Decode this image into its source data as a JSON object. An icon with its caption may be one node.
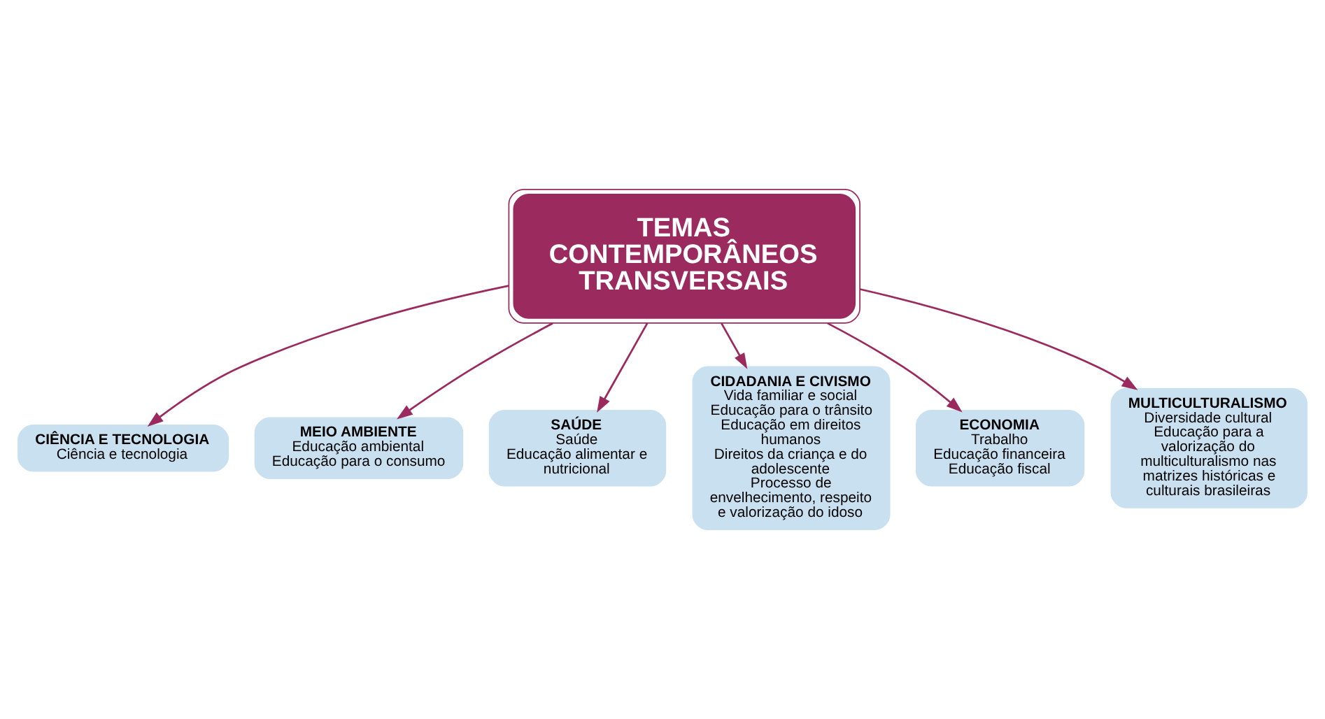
{
  "diagram": {
    "nodes": [
      {
        "text": [
          "TEMAS CONTEMPORÂNEOS TRANSVERSAIS"
        ]
      },
      {
        "text": [
          "CIÊNCIA E TECNOLOGIA",
          "Ciência e tecnologia"
        ]
      },
      {
        "text": [
          "MEIO AMBIENTE",
          "Educação ambiental",
          "Educação para o consumo"
        ]
      },
      {
        "text": [
          "SAÚDE",
          "Saúde",
          "Educação alimentar e nutricional"
        ]
      },
      {
        "text": [
          "CIDADANIA E CIVISMO",
          "Vida familiar e social",
          "Educação para o trânsito",
          "Educação em direitos humanos",
          "Direitos da criança e do adolescente",
          "Processo de envelhecimento, respeito e valorização do idoso"
        ]
      },
      {
        "text": [
          "ECONOMIA",
          "Trabalho",
          "Educação financeira",
          "Educação fiscal"
        ]
      },
      {
        "text": [
          "MULTICULTURALISMO",
          "Diversidade cultural",
          "Educação para a valorização do multiculturalismo nas matrizes históricas e culturais brasileiras"
        ]
      }
    ],
    "edges": [
      {
        "from": 0,
        "to": 1,
        "arrow": "to"
      },
      {
        "from": 0,
        "to": 2,
        "arrow": "to"
      },
      {
        "from": 0,
        "to": 3,
        "arrow": "to"
      },
      {
        "from": 0,
        "to": 4,
        "arrow": "to"
      },
      {
        "from": 0,
        "to": 5,
        "arrow": "to"
      },
      {
        "from": 0,
        "to": 6,
        "arrow": "to"
      }
    ]
  }
}
